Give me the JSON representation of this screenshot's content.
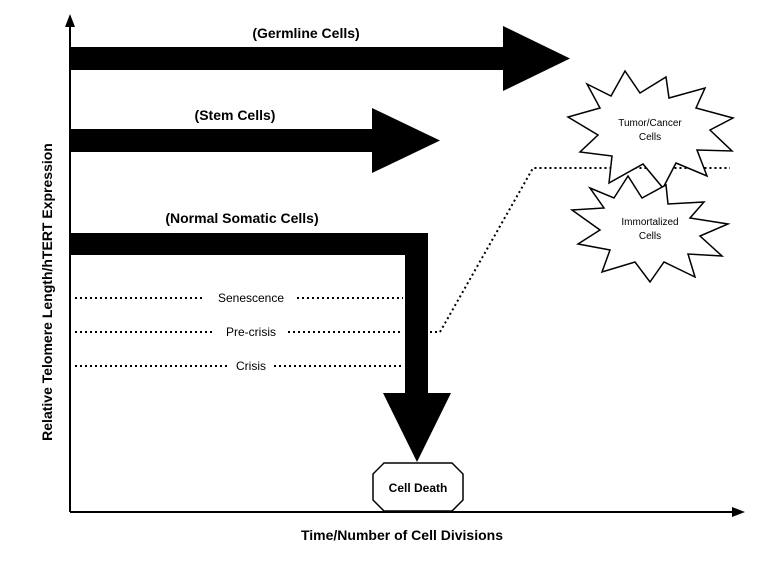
{
  "axes": {
    "y_label": "Relative Telomere Length/hTERT Expression",
    "x_label": "Time/Number of Cell Divisions"
  },
  "arrows": {
    "germline": "(Germline Cells)",
    "stem": "(Stem Cells)",
    "somatic": "(Normal Somatic Cells)"
  },
  "thresholds": {
    "senescence": "Senescence",
    "precrisis": "Pre-crisis",
    "crisis": "Crisis"
  },
  "outcomes": {
    "cell_death": "Cell Death",
    "tumor_line1": "Tumor/Cancer",
    "tumor_line2": "Cells",
    "immortal_line1": "Immortalized",
    "immortal_line2": "Cells"
  }
}
